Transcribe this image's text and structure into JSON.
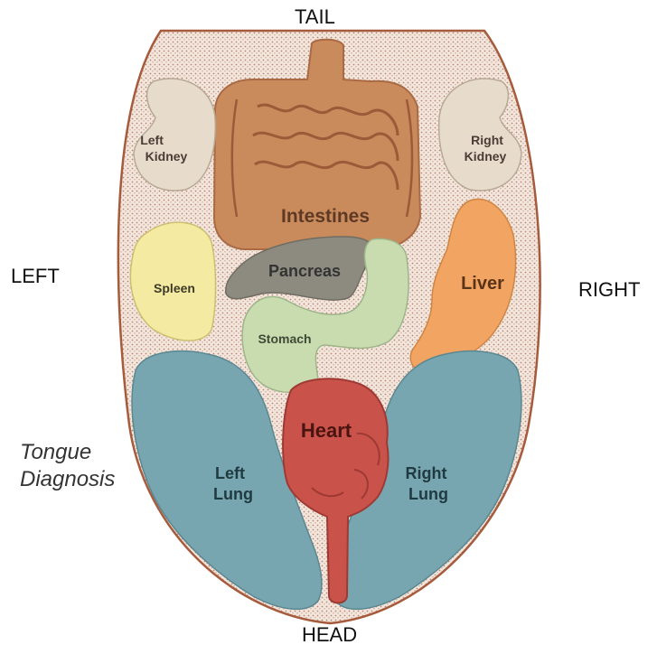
{
  "directions": {
    "tail": "TAIL",
    "head": "HEAD",
    "left": "LEFT",
    "right": "RIGHT"
  },
  "caption": {
    "line1": "Tongue",
    "line2": "Diagnosis"
  },
  "organs": {
    "left_kidney": {
      "line1": "Left",
      "line2": "Kidney",
      "color": "#e7dccb"
    },
    "right_kidney": {
      "line1": "Right",
      "line2": "Kidney",
      "color": "#e7dccb"
    },
    "intestines": {
      "label": "Intestines",
      "color": "#c98a5c"
    },
    "spleen": {
      "label": "Spleen",
      "color": "#f4eaa2"
    },
    "pancreas": {
      "label": "Pancreas",
      "color": "#8d8b80"
    },
    "liver": {
      "label": "Liver",
      "color": "#f2a462"
    },
    "stomach": {
      "label": "Stomach",
      "color": "#c8dcb0"
    },
    "heart": {
      "label": "Heart",
      "color": "#c9524a"
    },
    "left_lung": {
      "line1": "Left",
      "line2": "Lung",
      "color": "#77a6b0"
    },
    "right_lung": {
      "line1": "Right",
      "line2": "Lung",
      "color": "#77a6b0"
    }
  },
  "tongue_color": "#f1e4da"
}
